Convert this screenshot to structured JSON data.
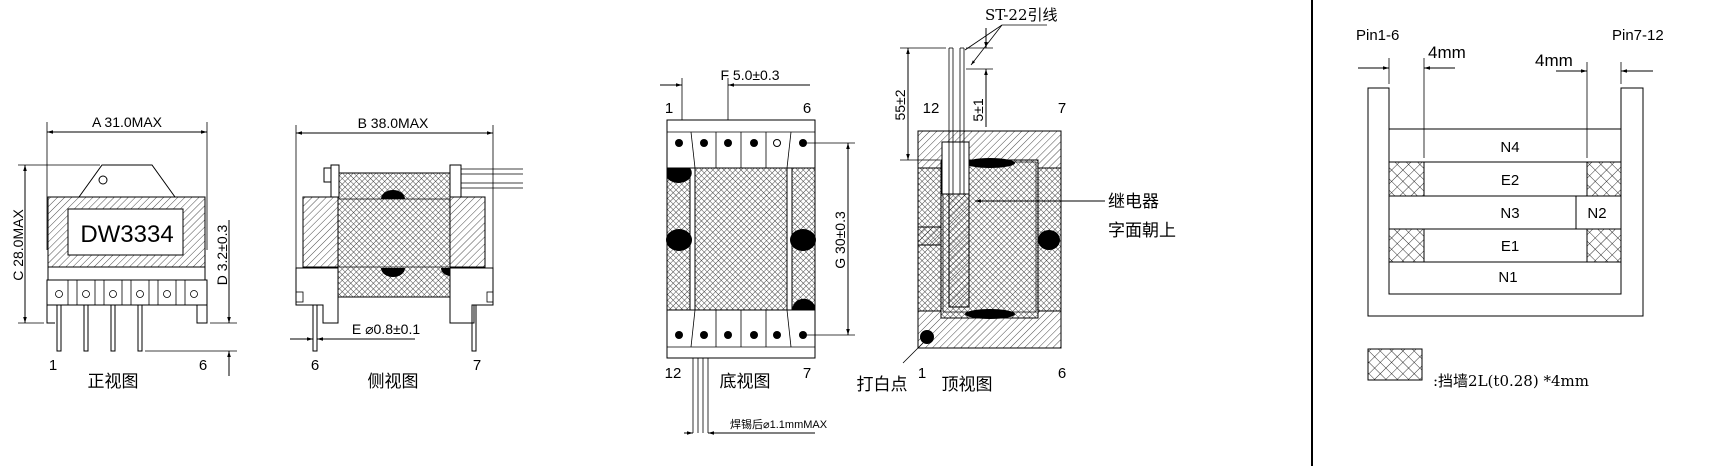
{
  "front_view": {
    "title": "正视图",
    "dim_a": "A 31.0MAX",
    "dim_c": "C 28.0MAX",
    "dim_d": "D 3.2±0.3",
    "part_number": "DW3334",
    "pin_left": "1",
    "pin_right": "6"
  },
  "side_view": {
    "title": "侧视图",
    "dim_b": "B 38.0MAX",
    "dim_e": "E ⌀0.8±0.1",
    "pin_left": "6",
    "pin_right": "7"
  },
  "bottom_view": {
    "title": "底视图",
    "dim_f": "F 5.0±0.3",
    "dim_g": "G 30±0.3",
    "lead_note": "焊锡后⌀1.1mmMAX",
    "pin_tl": "1",
    "pin_tr": "6",
    "pin_bl": "12",
    "pin_br": "7"
  },
  "top_view": {
    "title": "顶视图",
    "lead_label": "ST-22引线",
    "dim_55": "55±2",
    "dim_5": "5±1",
    "relay_note_1": "继电器",
    "relay_note_2": "字面朝上",
    "white_dot": "打白点",
    "pin_tl": "12",
    "pin_tr": "7",
    "pin_bl": "1",
    "pin_br": "6"
  },
  "winding": {
    "pin_left": "Pin1-6",
    "pin_right": "Pin7-12",
    "margin_left": "4mm",
    "margin_right": "4mm",
    "layers": [
      "N4",
      "E2",
      "N3",
      "N2",
      "E1",
      "N1"
    ],
    "legend": ":挡墙2L(t0.28)   *4mm"
  }
}
